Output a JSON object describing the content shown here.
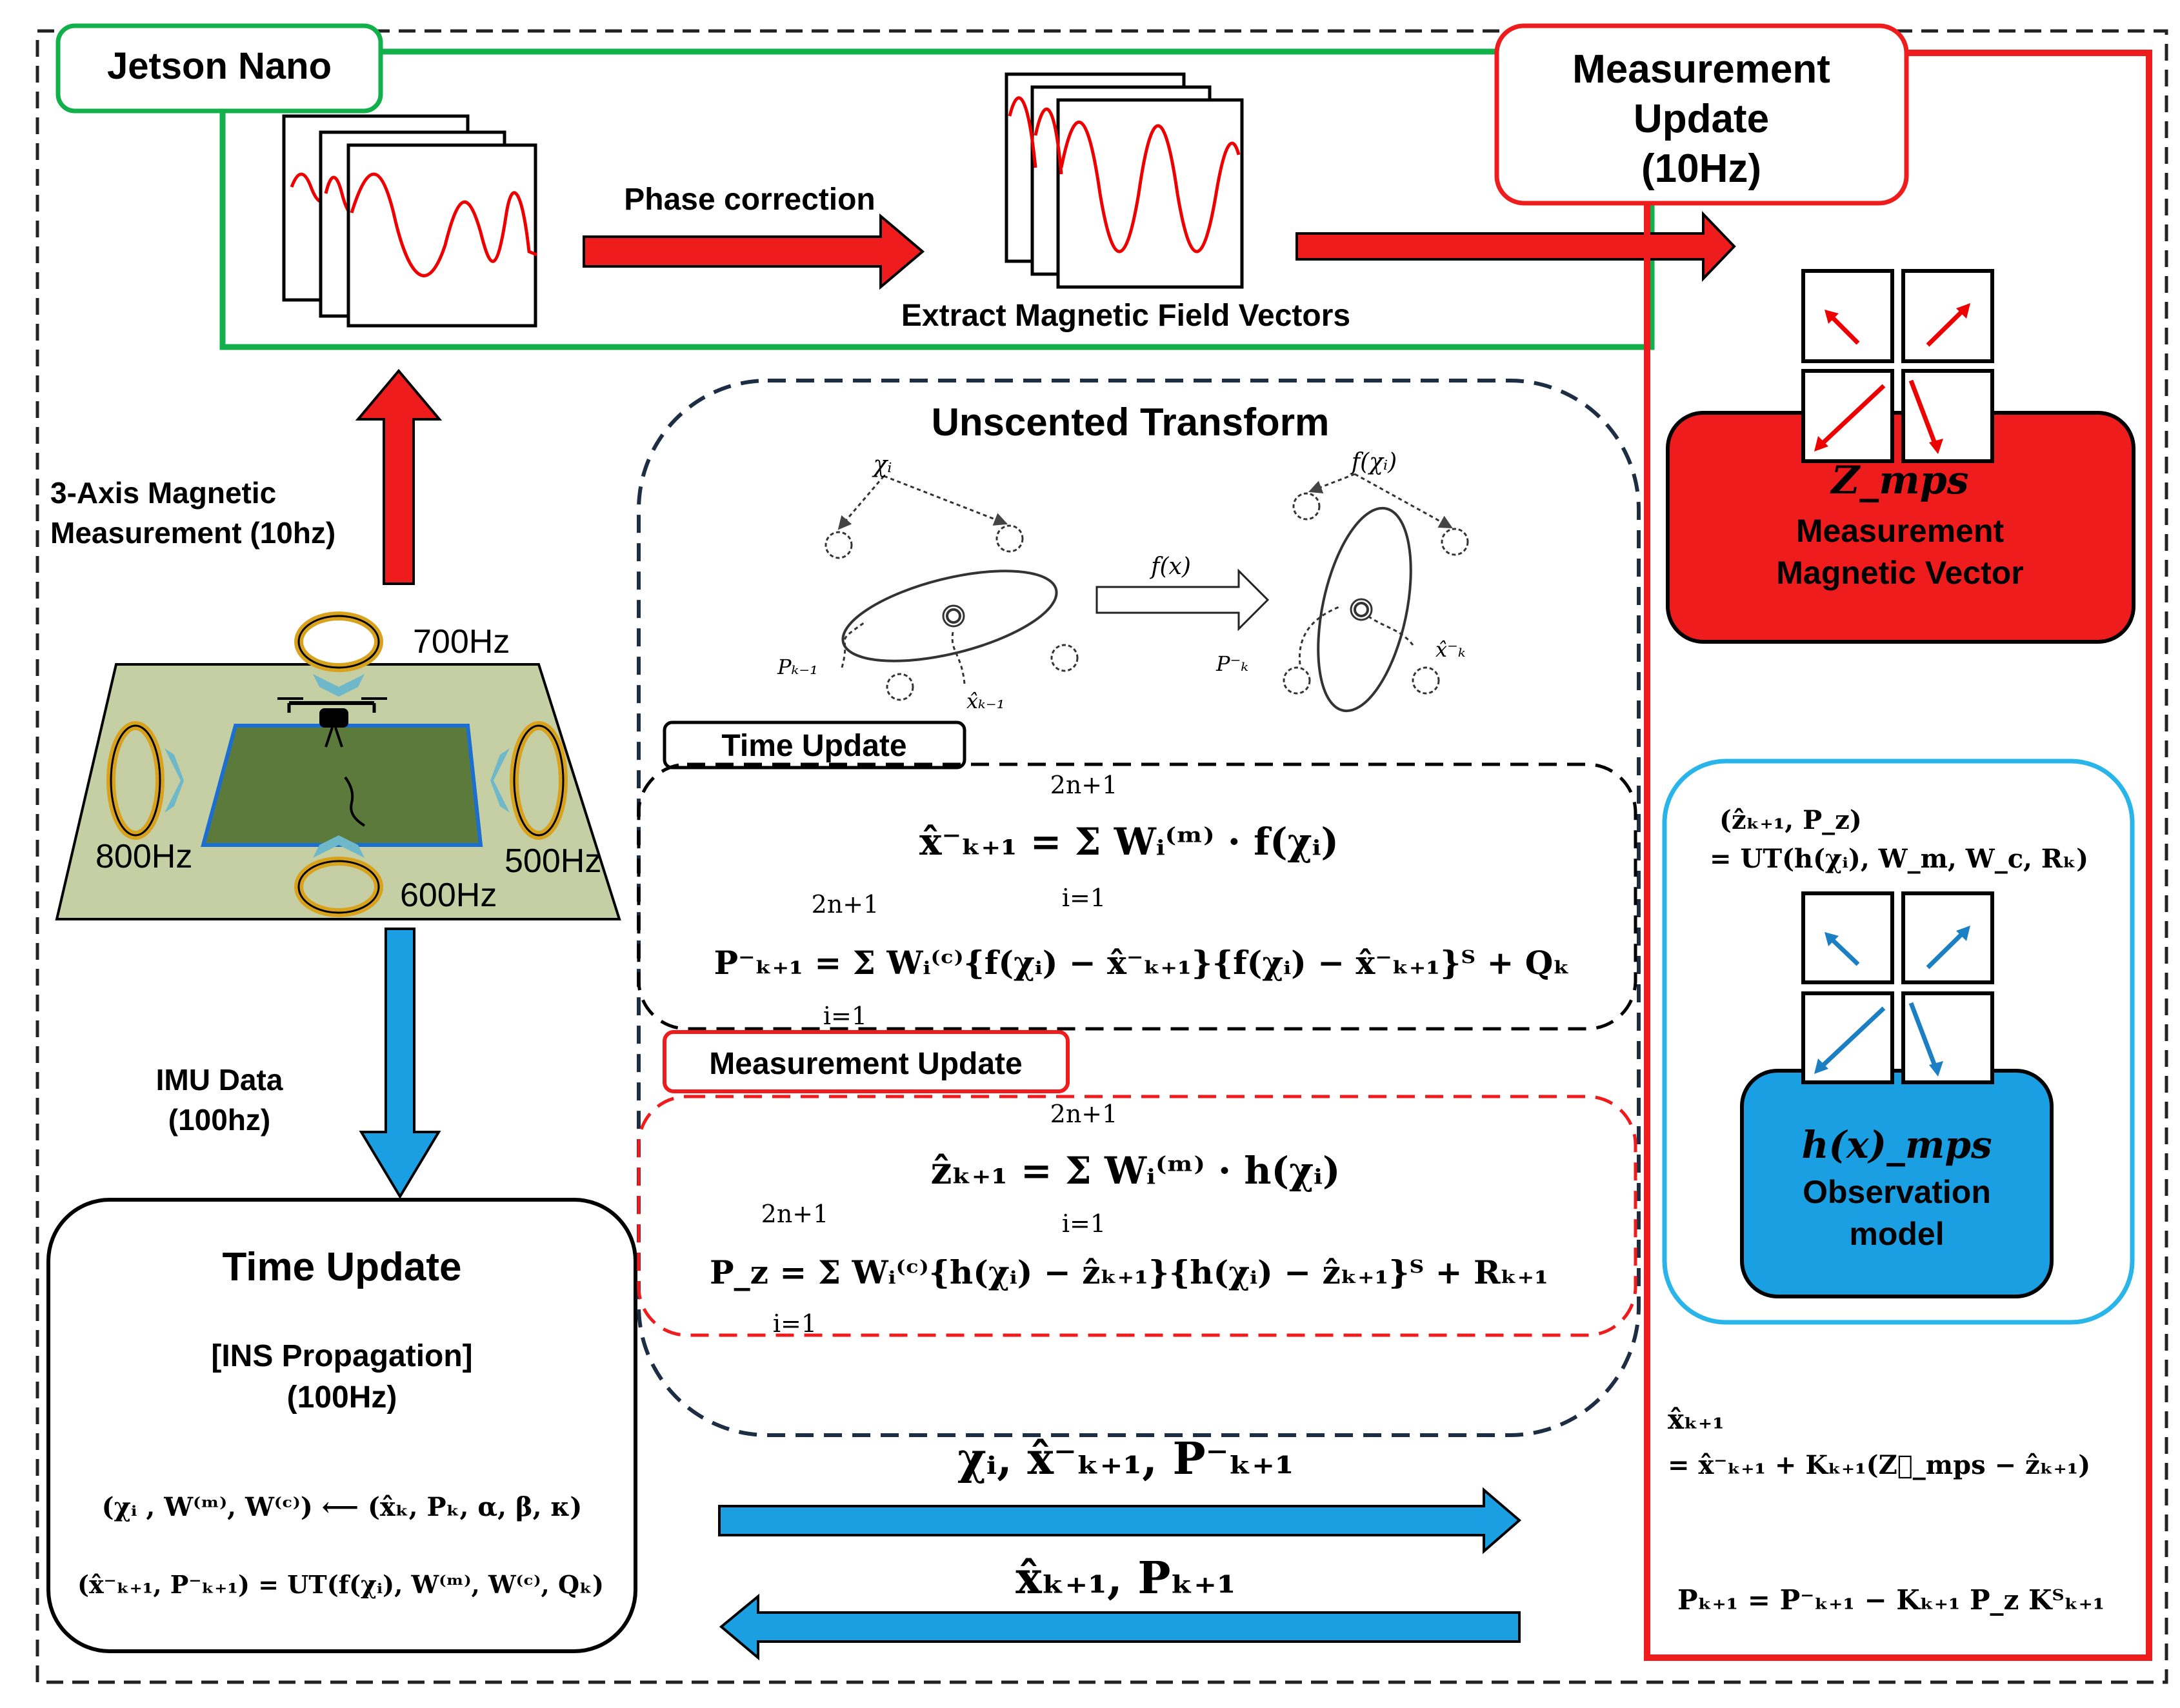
{
  "colors": {
    "green": "#12b04a",
    "red": "#ee1c1c",
    "blue": "#1a9fe3",
    "cyan_border": "#29b4ea",
    "navy": "#1c2d44",
    "ring_gold": "#d9a21c",
    "plane_fill": "#c6cfa4",
    "pad_fill": "#5d7a3d"
  },
  "jetson": {
    "title": "Jetson Nano",
    "phase_label": "Phase correction",
    "extract_label": "Extract Magnetic Field Vectors"
  },
  "measurement_top": {
    "line1": "Measurement",
    "line2": "Update",
    "line3": "(10Hz)"
  },
  "left": {
    "mag_line1": "3-Axis Magnetic",
    "mag_line2": "Measurement (10hz)",
    "freq_700": "700Hz",
    "freq_800": "800Hz",
    "freq_500": "500Hz",
    "freq_600": "600Hz",
    "imu_line1": "IMU Data",
    "imu_line2": "(100hz)"
  },
  "time_update_box": {
    "title": "Time Update",
    "sub1": "[INS Propagation]",
    "sub2": "(100Hz)",
    "eq1": "(χᵢ , W⁽ᵐ⁾, W⁽ᶜ⁾) ⟵ (x̂ₖ, Pₖ, α, β, κ)",
    "eq2": "(x̂⁻ₖ₊₁, P⁻ₖ₊₁) = UT(f(χᵢ), W⁽ᵐ⁾, W⁽ᶜ⁾, Qₖ)"
  },
  "ut": {
    "title": "Unscented Transform",
    "chi_label": "χᵢ",
    "fchi_label": "f(χᵢ)",
    "fx_label": "f(x)",
    "p_prev": "Pₖ₋₁",
    "x_prev": "x̂ₖ₋₁",
    "p_minus": "P⁻ₖ",
    "x_minus": "x̂⁻ₖ",
    "time_update_tab": "Time Update",
    "tu_eq1": "x̂⁻ₖ₊₁ = Σ Wᵢ⁽ᵐ⁾ · f(χᵢ)",
    "tu_eq2": "P⁻ₖ₊₁ = Σ Wᵢ⁽ᶜ⁾{f(χᵢ) − x̂⁻ₖ₊₁}{f(χᵢ) − x̂⁻ₖ₊₁}ᵀ + Qₖ",
    "meas_update_tab": "Measurement Update",
    "mu_eq1": "ẑₖ₊₁ = Σ Wᵢ⁽ᵐ⁾ · h(χᵢ)",
    "mu_eq2": "P_z = Σ Wᵢ⁽ᶜ⁾{h(χᵢ) − ẑₖ₊₁}{h(χᵢ) − ẑₖ₊₁}ᵀ + Rₖ₊₁",
    "sum_upper": "2n+1",
    "sum_lower": "i=1"
  },
  "arrows": {
    "forward_label": "χᵢ, x̂⁻ₖ₊₁, P⁻ₖ₊₁",
    "back_label": "x̂ₖ₊₁, Pₖ₊₁"
  },
  "right": {
    "z_label": "Z_mps",
    "meas_vec_line1": "Measurement",
    "meas_vec_line2": "Magnetic Vector",
    "ut_eq_line1": "(ẑₖ₊₁, P_z)",
    "ut_eq_line2": "= UT(h(χᵢ), W_m, W_c, Rₖ)",
    "h_label": "h(x)_mps",
    "obs_line1": "Observation",
    "obs_line2": "model",
    "update_eq_line1": "x̂ₖ₊₁",
    "update_eq_line2": "= x̂⁻ₖ₊₁ + Kₖ₊₁(Z⃗_mps − ẑₖ₊₁)",
    "cov_eq": "Pₖ₊₁ = P⁻ₖ₊₁ − Kₖ₊₁ P_z Kᵀₖ₊₁"
  }
}
